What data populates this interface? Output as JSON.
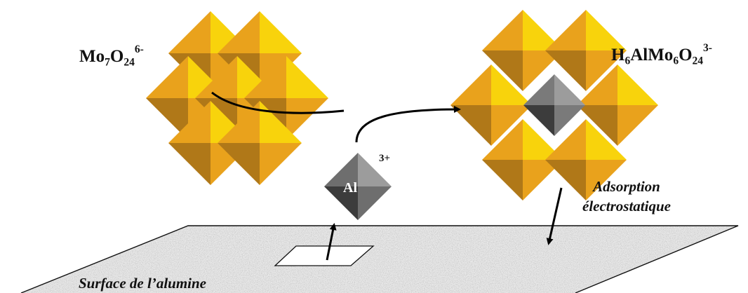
{
  "labels": {
    "mo7": {
      "base1": "Mo",
      "sub1": "7",
      "base2": "O",
      "sub2": "24",
      "sup": "6-"
    },
    "h6": {
      "base1": "H",
      "sub1": "6",
      "base2": "AlMo",
      "sub2": "6",
      "base3": "O",
      "sub3": "24",
      "sup": "3-"
    },
    "al": "Al",
    "charge": "3+",
    "adsorption_line1": "Adsorption",
    "adsorption_line2": "électrostatique",
    "surface": "Surface de l’alumine"
  },
  "colors": {
    "octa_light": "#f8d30c",
    "octa_mid": "#e9a21c",
    "octa_dark": "#b07818",
    "al_light": "#9c9c9c",
    "al_dark": "#3c3c3c",
    "surface": "#c9c9c9"
  }
}
